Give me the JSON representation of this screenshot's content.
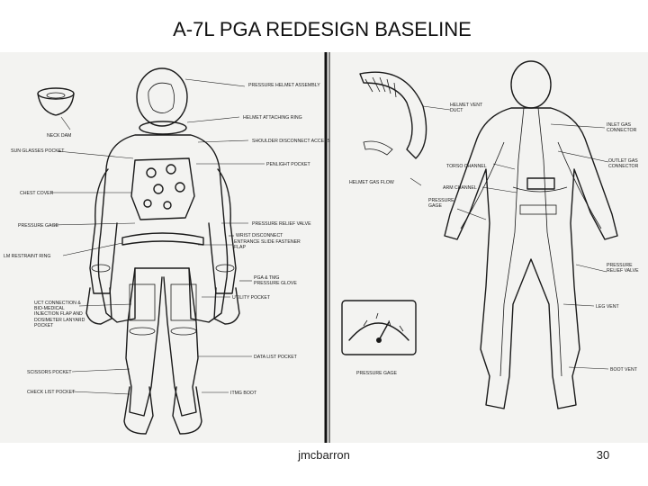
{
  "slide": {
    "title": "A-7L PGA REDESIGN BASELINE",
    "author": "jmcbarron",
    "page_number": "30"
  },
  "diagram": {
    "left_labels": [
      "NECK DAM",
      "SUN GLASSES POCKET",
      "CHEST COVER",
      "PRESSURE GAGE",
      "LM RESTRAINT RING",
      "UCT CONNECTION & BIO-MEDICAL INJECTION FLAP AND DOSIMETER LANYARD POCKET",
      "SCISSORS POCKET",
      "CHECK LIST POCKET"
    ],
    "right_labels": [
      "PRESSURE HELMET ASSEMBLY",
      "HELMET ATTACHING RING",
      "SHOULDER DISCONNECT ACCESS",
      "PENLIGHT POCKET",
      "PRESSURE RELIEF VALVE",
      "WRIST DISCONNECT",
      "ENTRANCE SLIDE FASTENER FLAP",
      "PGA & TMG PRESSURE GLOVE",
      "UTILITY POCKET",
      "DATA LIST POCKET",
      "ITMG BOOT"
    ],
    "vent_labels": [
      "HELMET VENT DUCT",
      "INLET GAS CONNECTOR",
      "OUTLET GAS CONNECTOR",
      "TORSO CHANNEL",
      "HELMET GAS FLOW",
      "ARM CHANNEL",
      "PRESSURE GAGE",
      "PRESSURE RELIEF VALVE",
      "LEG VENT",
      "BOOT VENT"
    ],
    "gauge_label": "PRESSURE GAGE"
  }
}
